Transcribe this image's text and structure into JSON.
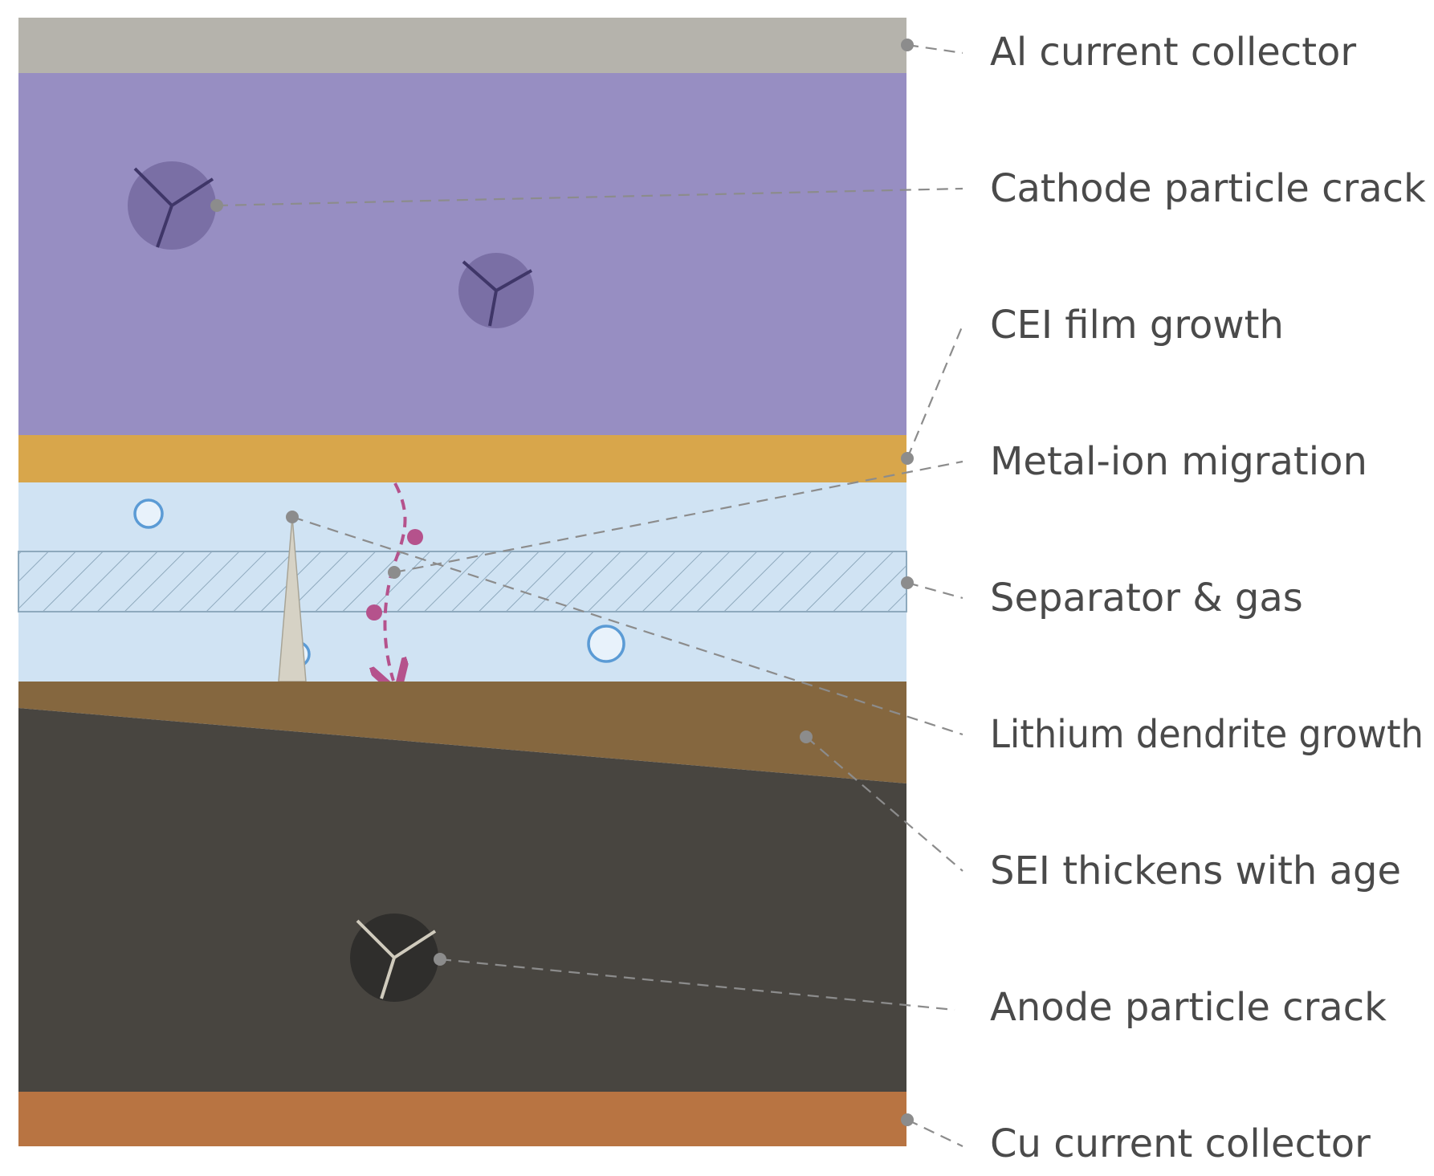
{
  "labels": {
    "al_collector": "Al current collector",
    "cathode_crack": "Cathode particle crack",
    "cei_growth": "CEI film growth",
    "metal_ion": "Metal-ion migration",
    "separator_gas": "Separator & gas",
    "dendrite": "Lithium dendrite growth",
    "sei": "SEI thickens with age",
    "anode_crack": "Anode particle crack",
    "cu_collector": "Cu current collector"
  },
  "colors": {
    "al_collector": "#b5b3ac",
    "cathode": "#978ec2",
    "cathode_particle": "#7a6fa5",
    "cathode_crack_line": "#3f3668",
    "cei": "#d8a64b",
    "electrolyte": "#d0e3f3",
    "separator_stroke": "#8ea9bd",
    "gas_bubble": "#5b9bd5",
    "dendrite": "#d6d2c5",
    "migration": "#b5528c",
    "sei": "#85673f",
    "anode": "#484540",
    "anode_particle": "#2f2e2c",
    "anode_crack_line": "#d0cbbd",
    "cu_collector": "#b87442",
    "leader": "#8c8c8c",
    "text": "#4a4a4a"
  }
}
